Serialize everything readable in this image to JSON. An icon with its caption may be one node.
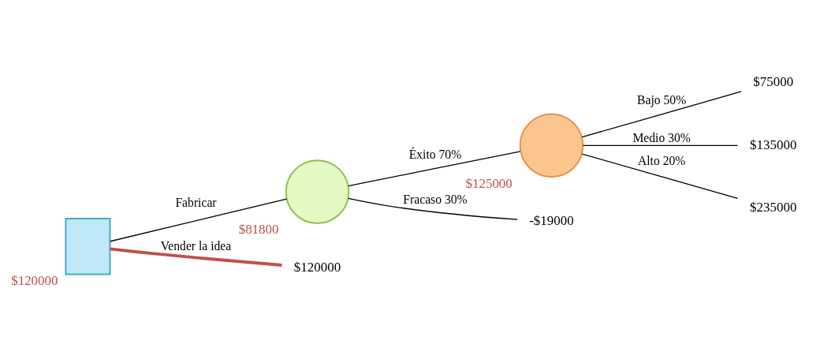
{
  "diagram": {
    "nodes": [
      {
        "text": [],
        "shape": "box",
        "beside": [
          "$120000"
        ]
      },
      {
        "text": [],
        "shape": "circle",
        "beside": [
          "$81800"
        ]
      },
      {
        "text": [],
        "shape": "circle",
        "beside": [
          "$125000"
        ]
      },
      {
        "text": [
          "$75000"
        ]
      },
      {
        "text": [
          "$135000"
        ]
      },
      {
        "text": [
          "$235000"
        ]
      },
      {
        "text": [
          "-$19000"
        ]
      },
      {
        "text": [
          "$120000"
        ]
      }
    ],
    "edges": [
      {
        "from": 0,
        "to": 1,
        "arrow": "none",
        "label": "Fabricar"
      },
      {
        "from": 0,
        "to": 7,
        "arrow": "none",
        "label": "Vender la idea",
        "style": "thick",
        "color": "#c0504d"
      },
      {
        "from": 1,
        "to": 2,
        "arrow": "none",
        "label": "Éxito 70%"
      },
      {
        "from": 1,
        "to": 6,
        "arrow": "none",
        "label": "Fracaso 30%"
      },
      {
        "from": 2,
        "to": 3,
        "arrow": "none",
        "label": "Bajo 50%"
      },
      {
        "from": 2,
        "to": 4,
        "arrow": "none",
        "label": "Medio 30%"
      },
      {
        "from": 2,
        "to": 5,
        "arrow": "none",
        "label": "Alto 20%"
      }
    ]
  }
}
